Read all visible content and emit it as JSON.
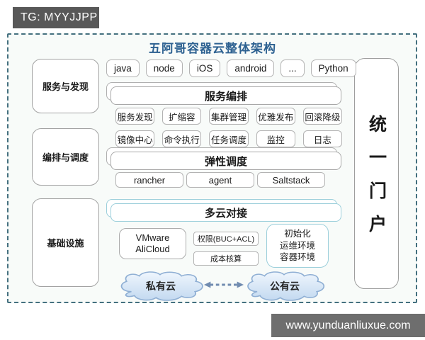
{
  "badge": {
    "text": "TG: MYYJJPP"
  },
  "watermark": {
    "text": "www.yunduanliuxue.com"
  },
  "diagram": {
    "title": "五阿哥容器云整体架构",
    "left_labels": [
      "服务与发现",
      "编排与调度",
      "基础设施"
    ],
    "portal": "统一门户",
    "app_row": [
      "java",
      "node",
      "iOS",
      "android",
      "...",
      "Python"
    ],
    "banners": {
      "service": "服务编排",
      "elastic": "弹性调度",
      "multicloud": "多云对接"
    },
    "service_features": [
      "服务发现",
      "扩缩容",
      "集群管理",
      "优雅发布",
      "回滚降级"
    ],
    "schedule_features": [
      "镜像中心",
      "命令执行",
      "任务调度",
      "监控",
      "日志"
    ],
    "tools": [
      "rancher",
      "agent",
      "Saltstack"
    ],
    "infra": {
      "vmware_lines": [
        "VMware",
        "AliCloud"
      ],
      "permission": "权限(BUC+ACL)",
      "cost": "成本核算",
      "env_lines": [
        "初始化",
        "运维环境",
        "容器环境"
      ]
    },
    "clouds": {
      "private": "私有云",
      "public": "公有云"
    },
    "colors": {
      "title_blue": "#2d6191",
      "frame_dash": "#44707f",
      "teal_border": "#9ccfdb",
      "cloud_fill_top": "#eff6fd",
      "cloud_fill_bottom": "#c3d9f0",
      "cloud_stroke": "#8fafd4",
      "badge_bg": "#585858",
      "watermark_bg": "#6e6e6e"
    }
  }
}
